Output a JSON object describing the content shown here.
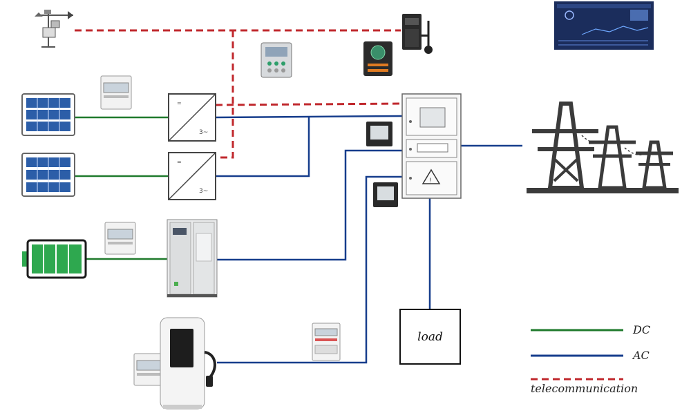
{
  "diagram": {
    "load_label": "load",
    "legend": [
      {
        "label": "DC",
        "color": "#1f7a2c",
        "style": "solid"
      },
      {
        "label": "AC",
        "color": "#163d8c",
        "style": "solid"
      },
      {
        "label": "telecommunication",
        "color": "#c0282d",
        "style": "dashed"
      }
    ],
    "colors": {
      "dc_line": "#1f7a2c",
      "ac_line": "#163d8c",
      "telecom_line": "#c0282d",
      "battery_green": "#2ea84f",
      "tower": "#3b3b3b",
      "monitor_screen": "#1b2d5c"
    },
    "icons": [
      "weather-station-icon",
      "solar-panel-icon",
      "energy-meter-icon",
      "inverter-icon",
      "protection-relay-icon",
      "power-meter-icon",
      "communication-gateway-icon",
      "monitoring-screen-icon",
      "switchgear-cabinet-icon",
      "battery-icon",
      "storage-converter-cabinet-icon",
      "ev-charger-icon",
      "transmission-tower-icon"
    ]
  }
}
